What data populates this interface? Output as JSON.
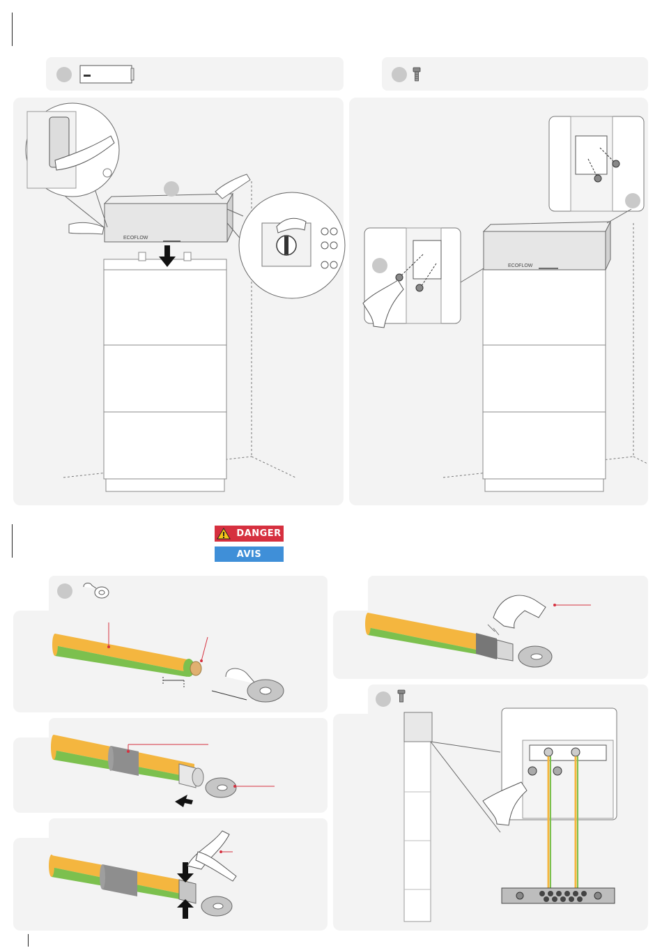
{
  "panels": {
    "step1_label": "ECOFLOW",
    "step2_label": "ECOFLOW"
  },
  "warnings": {
    "danger_label": "DANGER",
    "notice_label": "AVIS",
    "danger_color": "#d6303f",
    "notice_color": "#3f8fd8"
  },
  "cable": {
    "yellow": "#f4b63f",
    "green": "#7cc04e",
    "sleeve": "#8e8e8e",
    "callout_color": "#d6303f"
  }
}
